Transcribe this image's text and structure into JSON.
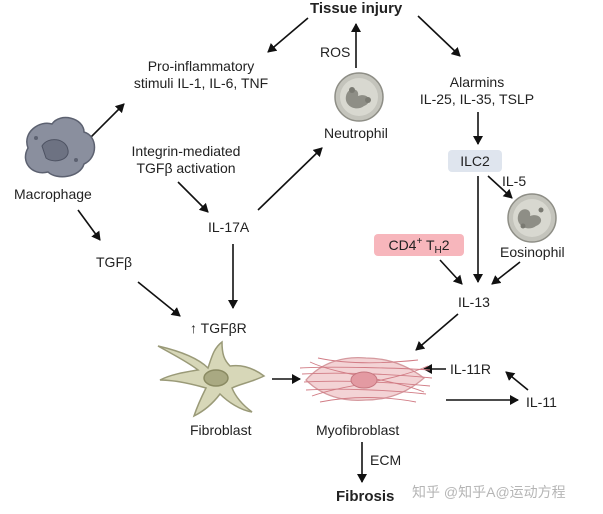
{
  "colors": {
    "ilc2_box": "#dfe5ee",
    "cd4_box": "#f7b6bc",
    "arrow": "#111111",
    "macrophage": "#8a8f9e",
    "fibroblast": "#c9c9a6",
    "myofibroblast": "#e8b5b8",
    "cell_grey": "#b8b8b0"
  },
  "nodes": {
    "tissue_injury": "Tissue injury",
    "pro_inflammatory": {
      "line1": "Pro-inflammatory",
      "line2": "stimuli IL-1, IL-6, TNF"
    },
    "ros": "ROS",
    "alarmins": {
      "line1": "Alarmins",
      "line2": "IL-25, IL-35, TSLP"
    },
    "neutrophil": "Neutrophil",
    "integrin": {
      "line1": "Integrin-mediated",
      "line2": "TGFβ activation"
    },
    "macrophage": "Macrophage",
    "ilc2": "ILC2",
    "il5": "IL-5",
    "il17a": "IL-17A",
    "cd4": {
      "main": "CD4",
      "sup": "+",
      "t": "T",
      "sub": "H",
      "tail": "2"
    },
    "eosinophil": "Eosinophil",
    "tgfb": "TGFβ",
    "il13": "IL-13",
    "tgfbr": "↑ TGFβR",
    "il11r": "IL-11R",
    "il11": "IL-11",
    "fibroblast": "Fibroblast",
    "myofibroblast": "Myofibroblast",
    "ecm": "ECM",
    "fibrosis": "Fibrosis"
  },
  "watermark": "知乎 @知乎A@运动方程",
  "icons": [
    "macrophage-cell-icon",
    "neutrophil-cell-icon",
    "eosinophil-cell-icon",
    "fibroblast-cell-icon",
    "myofibroblast-cell-icon"
  ]
}
